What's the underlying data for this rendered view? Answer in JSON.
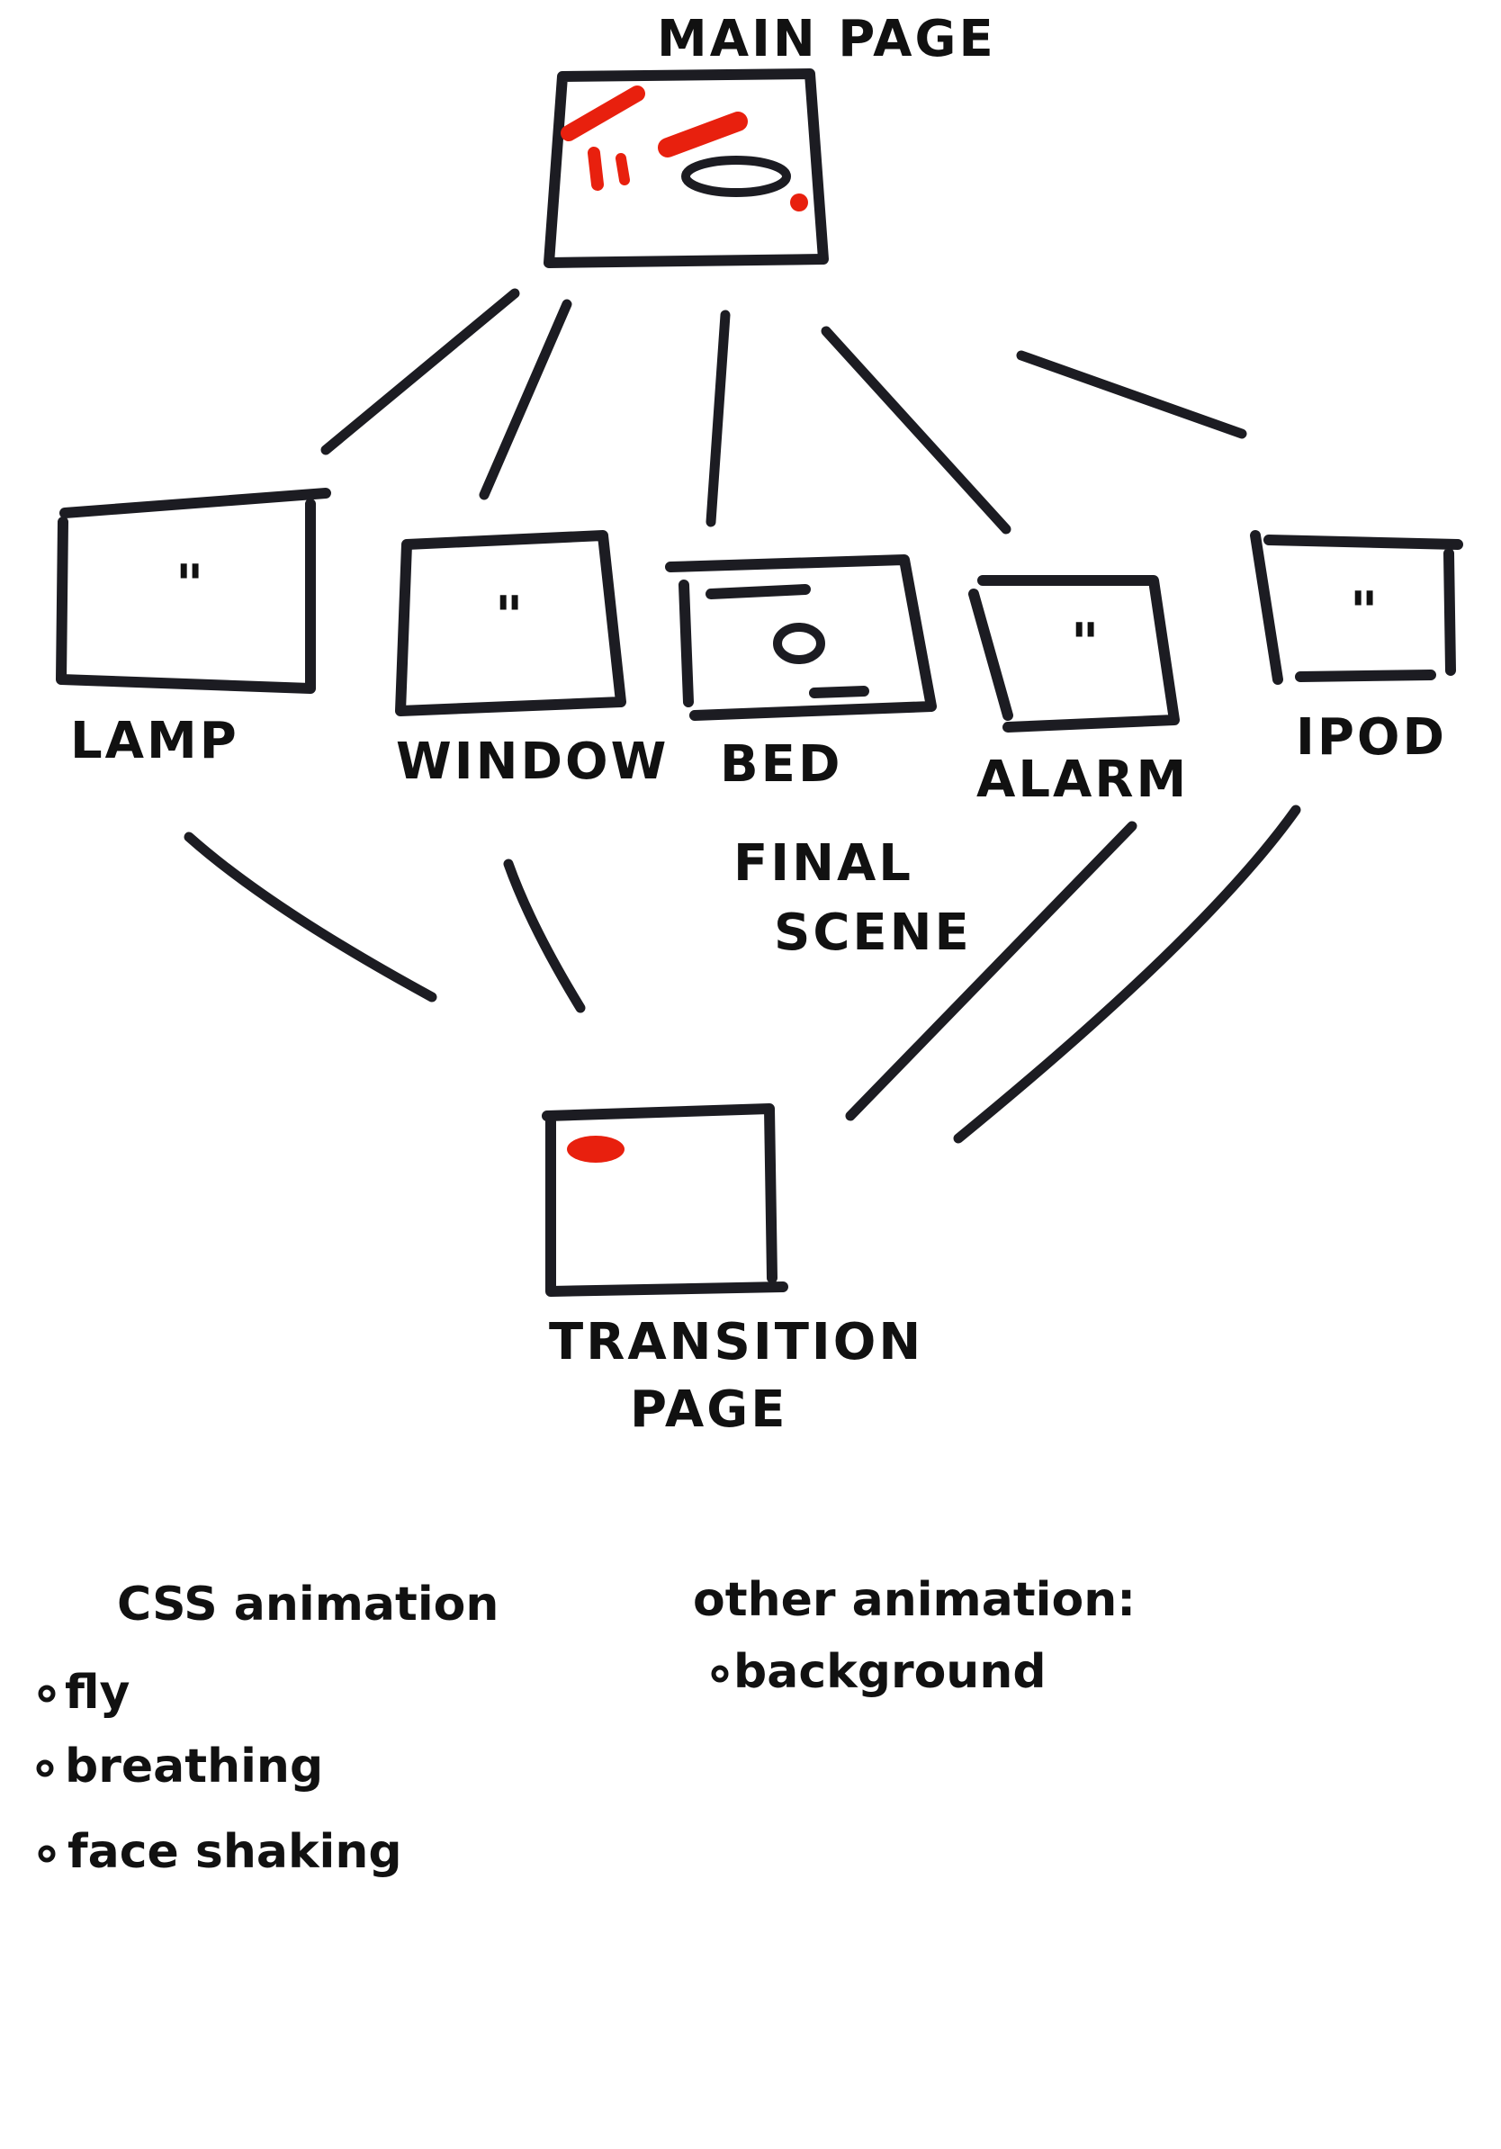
{
  "accent_color": "#e8200e",
  "ink_color": "#1c1c22",
  "main_page": {
    "label": "MAIN PAGE"
  },
  "pages": {
    "lamp": {
      "label": "LAMP",
      "ditto": "\""
    },
    "window": {
      "label": "WINDOW",
      "ditto": "\""
    },
    "bed": {
      "label": "BED"
    },
    "alarm": {
      "label": "ALARM",
      "ditto": "\""
    },
    "ipod": {
      "label": "IPOD",
      "ditto": "\""
    }
  },
  "final_scene": {
    "line1": "FINAL",
    "line2": "SCENE"
  },
  "transition_page": {
    "line1": "TRANSITION",
    "line2": "PAGE"
  },
  "css_animation": {
    "title": "CSS animation",
    "items": [
      "fly",
      "breathing",
      "face shaking"
    ]
  },
  "other_animation": {
    "title": "other animation:",
    "items": [
      "background"
    ]
  }
}
